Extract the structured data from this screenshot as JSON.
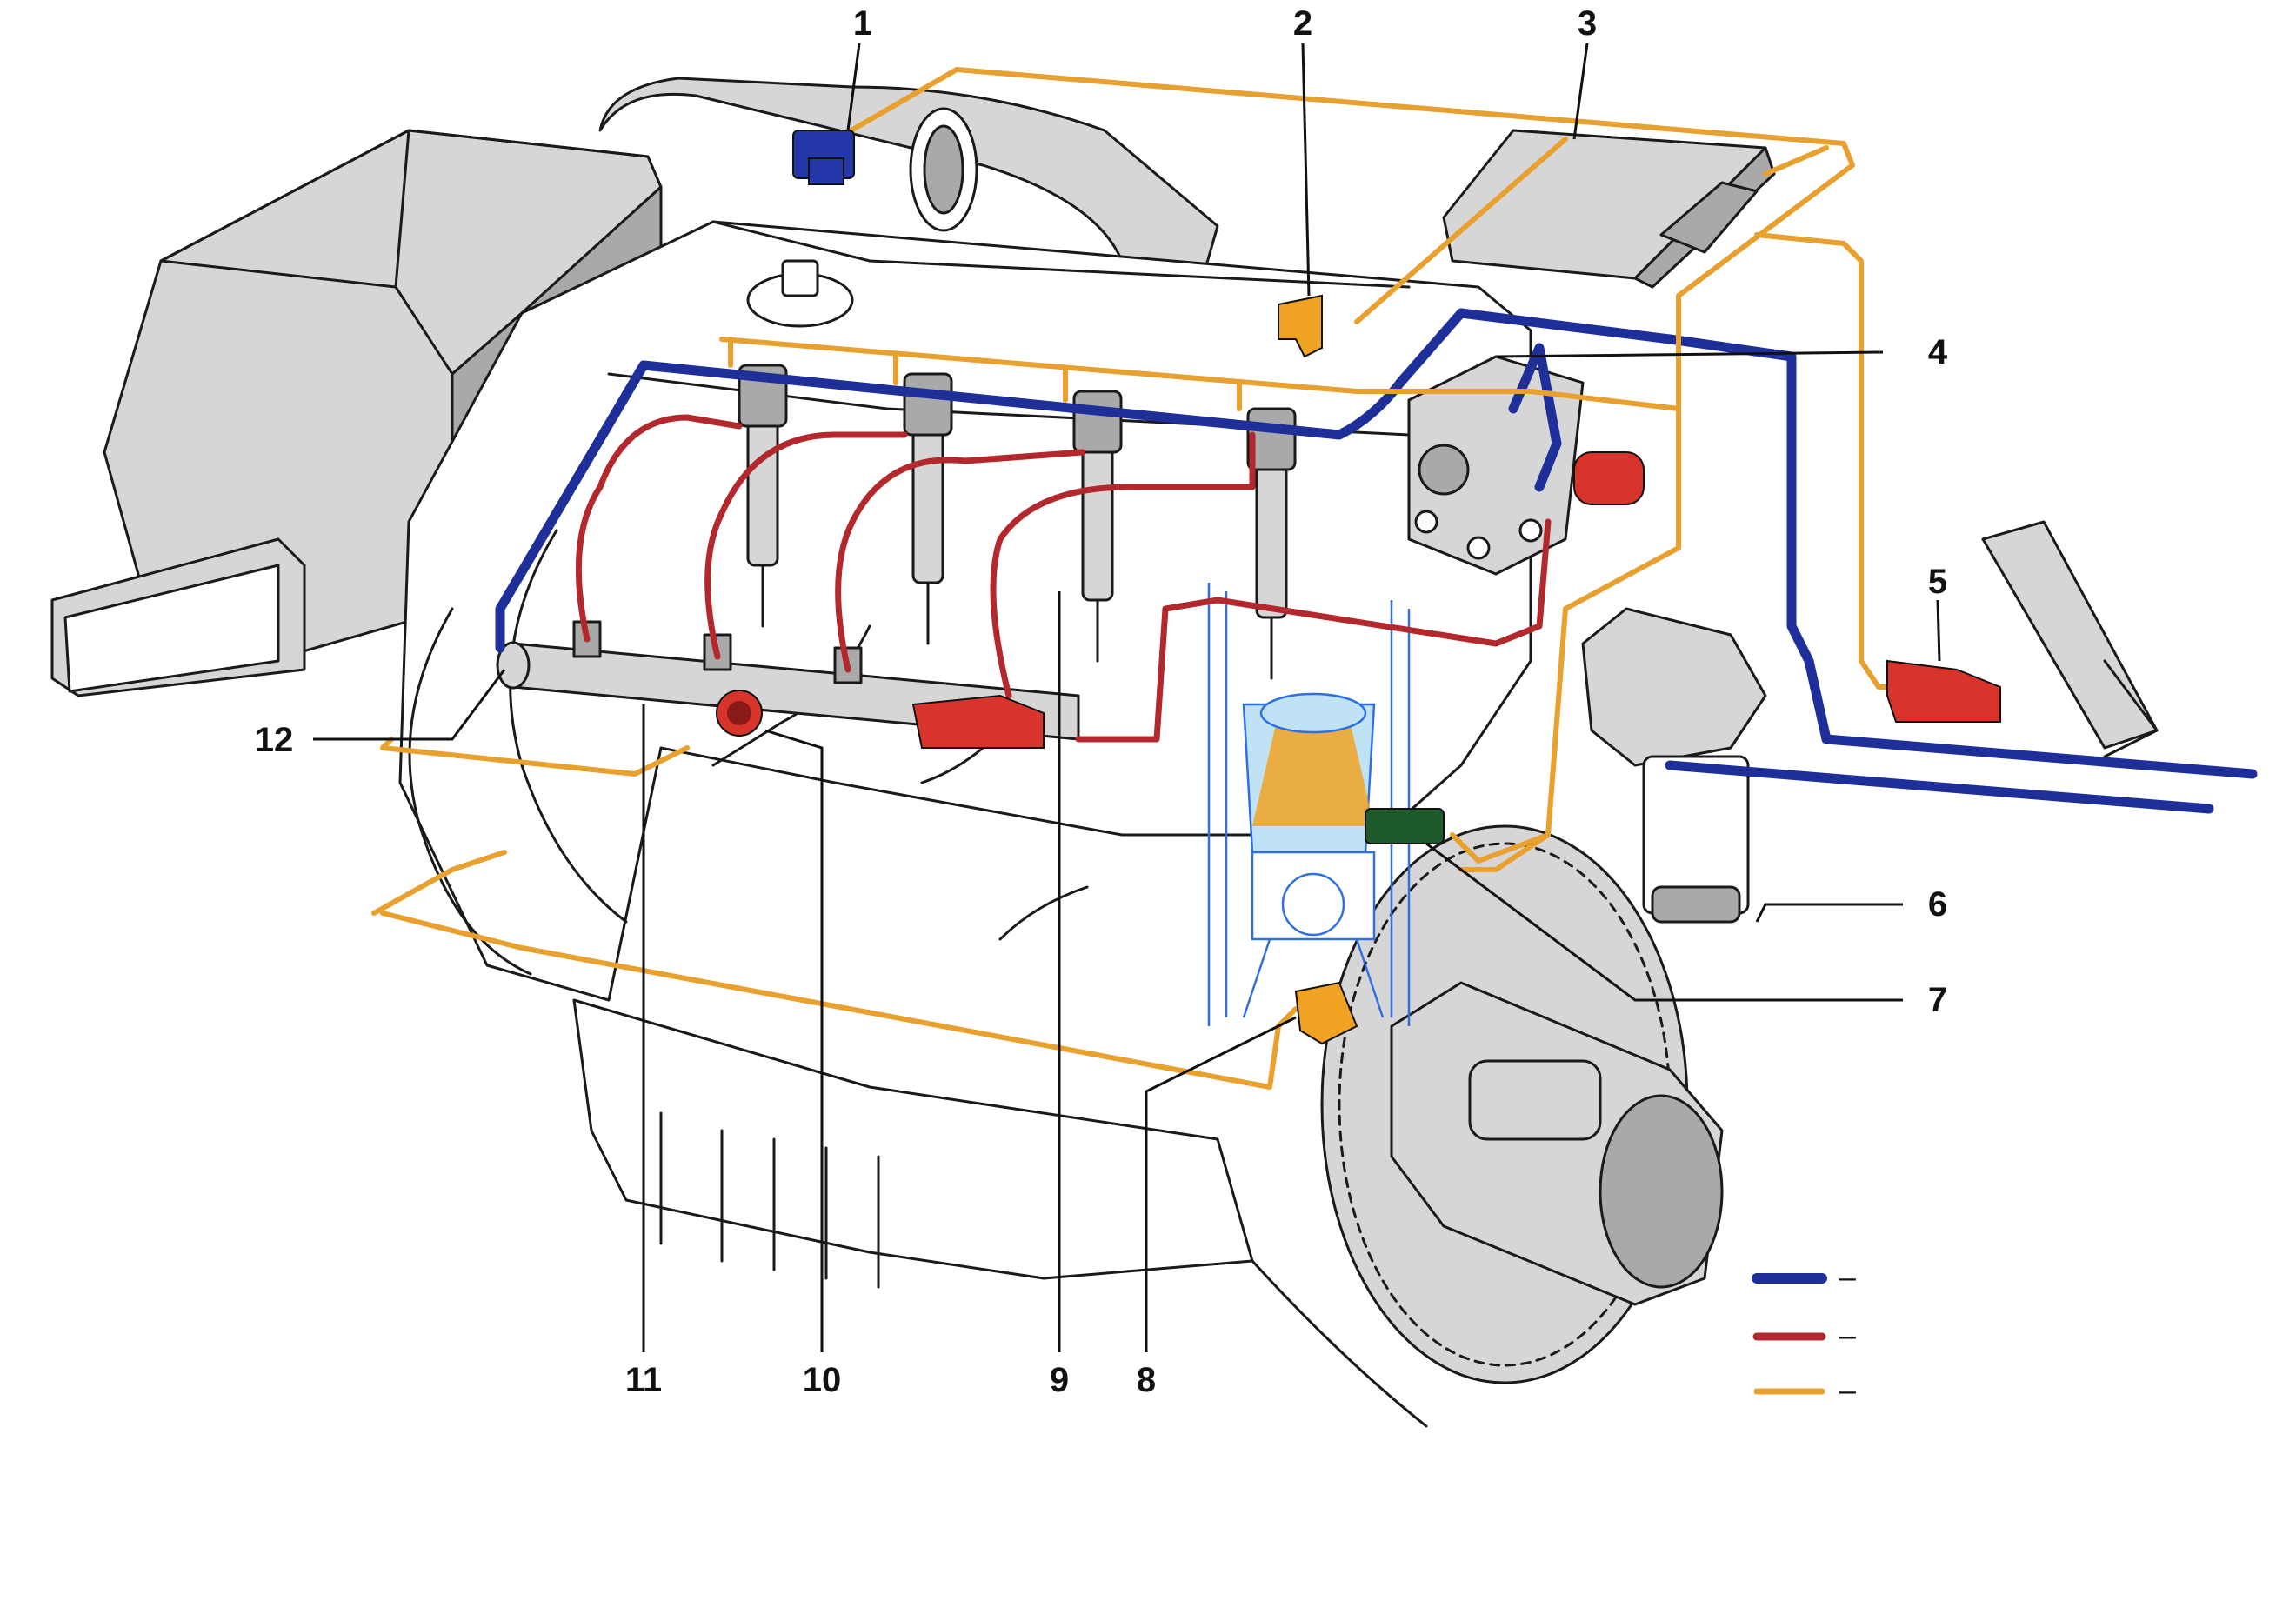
{
  "callouts": [
    {
      "n": "1"
    },
    {
      "n": "2"
    },
    {
      "n": "3"
    },
    {
      "n": "4"
    },
    {
      "n": "5"
    },
    {
      "n": "6"
    },
    {
      "n": "7"
    },
    {
      "n": "8"
    },
    {
      "n": "9"
    },
    {
      "n": "10"
    },
    {
      "n": "11"
    },
    {
      "n": "12"
    }
  ],
  "legend": {
    "items": [
      {
        "color": "#1f2f9a",
        "text": "–"
      },
      {
        "color": "#b3282d",
        "text": "–"
      },
      {
        "color": "#e8a02e",
        "text": "–"
      }
    ]
  },
  "colors": {
    "low_pressure_fuel": "#1f2f9a",
    "high_pressure_fuel": "#b3282d",
    "electrical": "#e8a02e",
    "sensor_blue": "#2437a8",
    "sensor_orange": "#f0a323",
    "sensor_red": "#d8342c",
    "sensor_green": "#1e5a2a"
  }
}
